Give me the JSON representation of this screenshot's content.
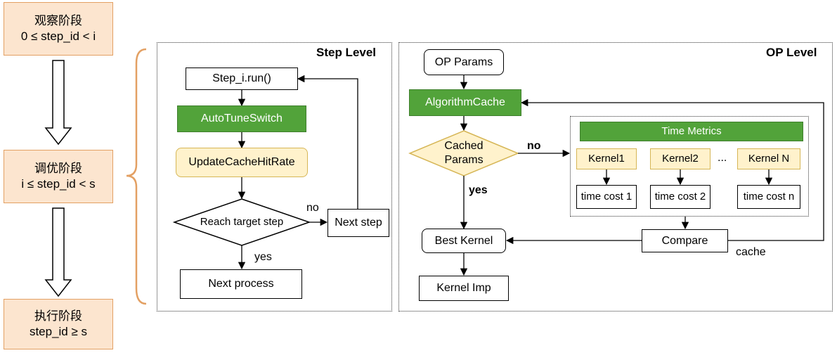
{
  "stages": [
    {
      "name": "观察阶段",
      "range": "0 ≤ step_id  < i"
    },
    {
      "name": "调优阶段",
      "range": "i ≤ step_id  < s"
    },
    {
      "name": "执行阶段",
      "range": "step_id ≥ s"
    }
  ],
  "step_level": {
    "title": "Step Level",
    "run": "Step_i.run()",
    "switch": "AutoTuneSwitch",
    "update": "UpdateCacheHitRate",
    "decision": "Reach target step",
    "no": "no",
    "yes": "yes",
    "next_step": "Next step",
    "next_process": "Next process"
  },
  "op_level": {
    "title": "OP Level",
    "params": "OP Params",
    "cache": "AlgorithmCache",
    "decision_line1": "Cached",
    "decision_line2": "Params",
    "no": "no",
    "yes": "yes",
    "metrics_title": "Time Metrics",
    "kernels": [
      "Kernel1",
      "Kernel2",
      "Kernel N"
    ],
    "ellipsis": "...",
    "time_costs": [
      "time cost 1",
      "time cost 2",
      "time cost n"
    ],
    "compare": "Compare",
    "cache_label": "cache",
    "best_kernel": "Best Kernel",
    "kernel_imp": "Kernel Imp"
  },
  "colors": {
    "green": "#52a33a",
    "cream": "#fff2cc",
    "stage_fill": "#fce5cf",
    "stage_border": "#e3a063",
    "brace": "#e3a063"
  }
}
